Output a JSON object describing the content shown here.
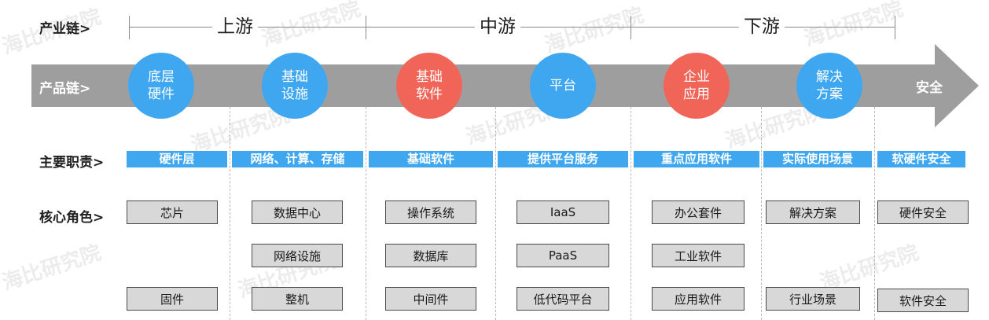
{
  "row_labels": {
    "industry_chain": "产业链>",
    "product_chain": "产品链>",
    "main_duties": "主要职责>",
    "core_roles": "核心角色>"
  },
  "stages": [
    "上游",
    "中游",
    "下游"
  ],
  "product_chain": {
    "nodes": [
      {
        "label": "底层\n硬件",
        "color": "#3fa7f0"
      },
      {
        "label": "基础\n设施",
        "color": "#3fa7f0"
      },
      {
        "label": "基础\n软件",
        "color": "#f16558"
      },
      {
        "label": "平台",
        "color": "#3fa7f0"
      },
      {
        "label": "企业\n应用",
        "color": "#f16558"
      },
      {
        "label": "解决\n方案",
        "color": "#3fa7f0"
      }
    ],
    "end_label": "安全"
  },
  "duties": [
    "硬件层",
    "网络、计算、存储",
    "基础软件",
    "提供平台服务",
    "重点应用软件",
    "实际使用场景",
    "软硬件安全"
  ],
  "roles": {
    "hardware": [
      "芯片",
      "固件"
    ],
    "infrastructure": [
      "数据中心",
      "网络设施",
      "整机"
    ],
    "basic_software": [
      "操作系统",
      "数据库",
      "中间件"
    ],
    "platform": [
      "IaaS",
      "PaaS",
      "低代码平台"
    ],
    "enterprise_apps": [
      "办公套件",
      "工业软件",
      "应用软件"
    ],
    "solutions": [
      "解决方案",
      "行业场景"
    ],
    "security": [
      "硬件安全",
      "软件安全"
    ]
  },
  "watermark": "海比研究院",
  "colors": {
    "blue": "#3fa7f0",
    "red": "#f16558",
    "arrow": "#9e9e9e",
    "role_fill": "#d8d8d8"
  }
}
